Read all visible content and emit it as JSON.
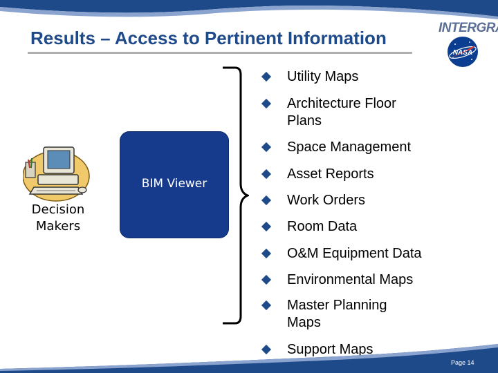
{
  "title": "Results – Access to Pertinent Information",
  "logo": {
    "brand": "INTERGRAPH",
    "seal": "NASA"
  },
  "actor": {
    "label_line1": "Decision",
    "label_line2": "Makers"
  },
  "viewer": {
    "label": "BIM Viewer"
  },
  "items": [
    {
      "line1": "Utility Maps",
      "line2": ""
    },
    {
      "line1": "Architecture Floor",
      "line2": "Plans"
    },
    {
      "line1": "Space Management",
      "line2": ""
    },
    {
      "line1": "Asset Reports",
      "line2": ""
    },
    {
      "line1": "Work Orders",
      "line2": ""
    },
    {
      "line1": "Room Data",
      "line2": ""
    },
    {
      "line1": "O&M Equipment Data",
      "line2": ""
    },
    {
      "line1": "Environmental Maps",
      "line2": ""
    },
    {
      "line1": "Master Planning",
      "line2": "Maps"
    },
    {
      "line1": "Support Maps",
      "line2": ""
    }
  ],
  "footer": {
    "page": "Page 14"
  },
  "colors": {
    "accent": "#1f4a8a",
    "viewer_box": "#163a8c",
    "wave": "#1f4a8a"
  }
}
